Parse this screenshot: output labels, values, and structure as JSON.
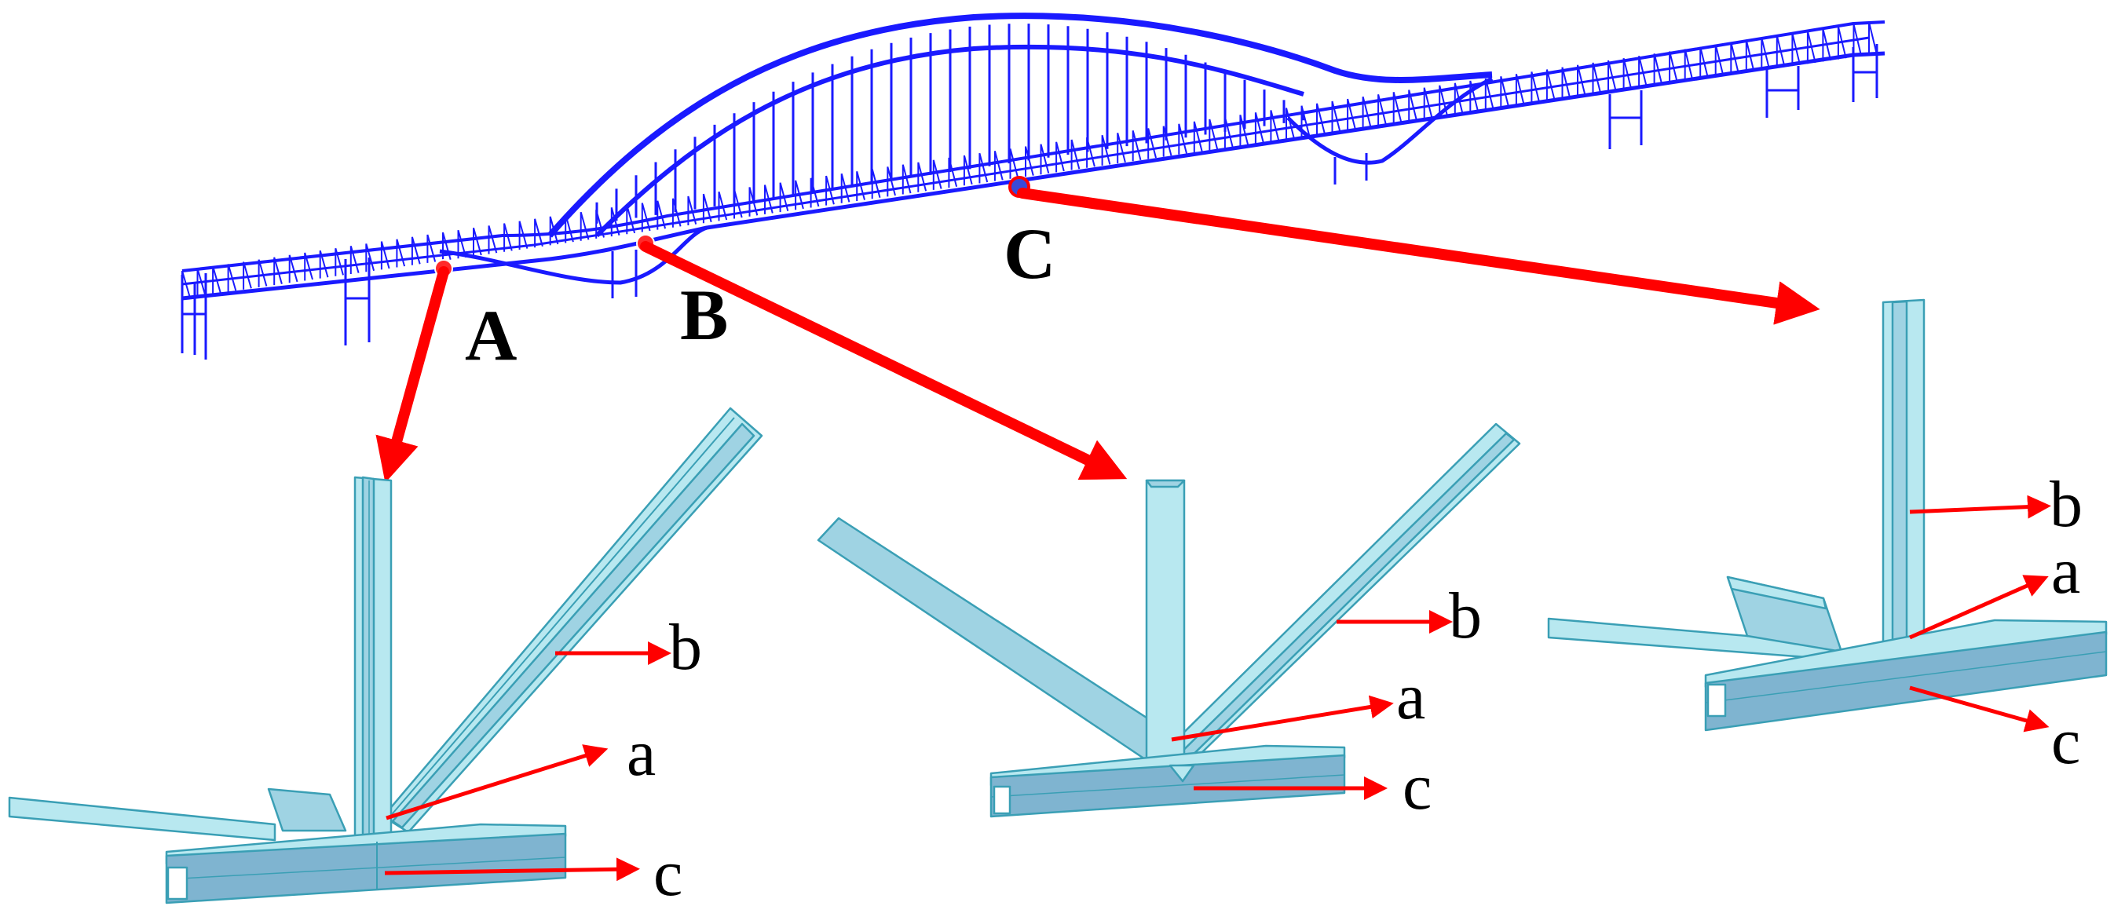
{
  "points": [
    {
      "id": "A",
      "label": "A"
    },
    {
      "id": "B",
      "label": "B"
    },
    {
      "id": "C",
      "label": "C"
    }
  ],
  "member_labels": {
    "a": "a",
    "b": "b",
    "c": "c"
  },
  "colors": {
    "bridge_wireframe": "#1a1aff",
    "arrow": "#ff0000",
    "marker": "#ff2a2a",
    "marker_C": "#3a4ad8",
    "member_light": "#b8e8f0",
    "member_mid": "#9fd3e3",
    "member_dark": "#7fb4d0",
    "member_edge": "#3a9fb5"
  }
}
